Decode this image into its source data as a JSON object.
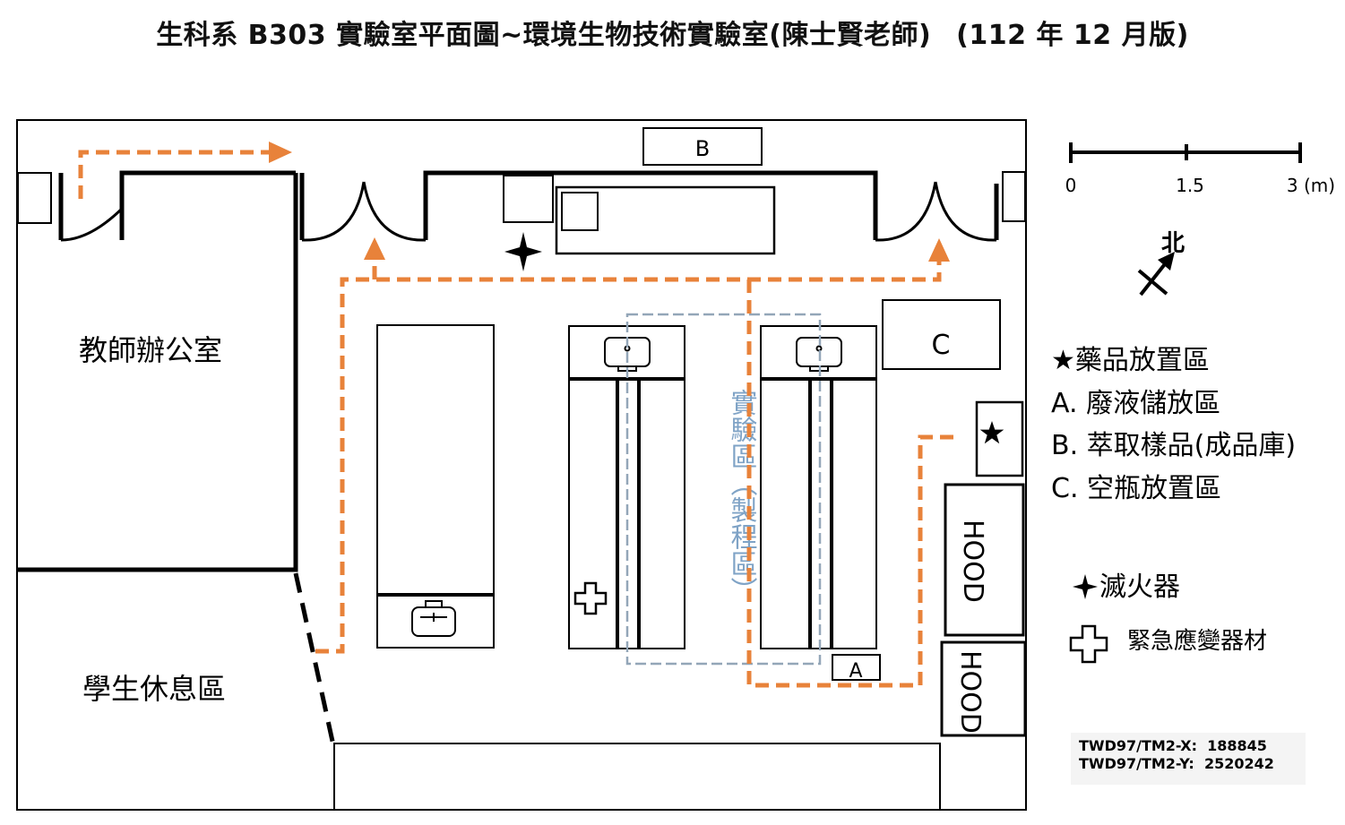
{
  "title": "生科系 B303 實驗室平面圖~環境生物技術實驗室(陳士賢老師)",
  "edition": "(112 年 12 月版)",
  "rooms": {
    "office": "教師辦公室",
    "lounge": "學生休息區",
    "process_zone": "實驗區（製程區）"
  },
  "units": {
    "B": "B",
    "C": "C",
    "A": "A",
    "hood1": "HOOD",
    "hood2": "HOOD"
  },
  "scale": {
    "ticks": [
      "0",
      "1.5",
      "3 (m)"
    ]
  },
  "compass": {
    "north": "北"
  },
  "legend": {
    "chem": "★藥品放置區",
    "A": "A. 廢液儲放區",
    "B": "B. 萃取樣品(成品庫)",
    "C": "C. 空瓶放置區",
    "extinguisher": "滅火器",
    "emergency": "緊急應變器材"
  },
  "coords": {
    "x": "TWD97/TM2-X:  188845",
    "y": "TWD97/TM2-Y:  2520242"
  },
  "colors": {
    "route": "#E8823A",
    "zone": "#93A6B8",
    "zone_text": "#7FA3C6",
    "wall": "#000000"
  }
}
